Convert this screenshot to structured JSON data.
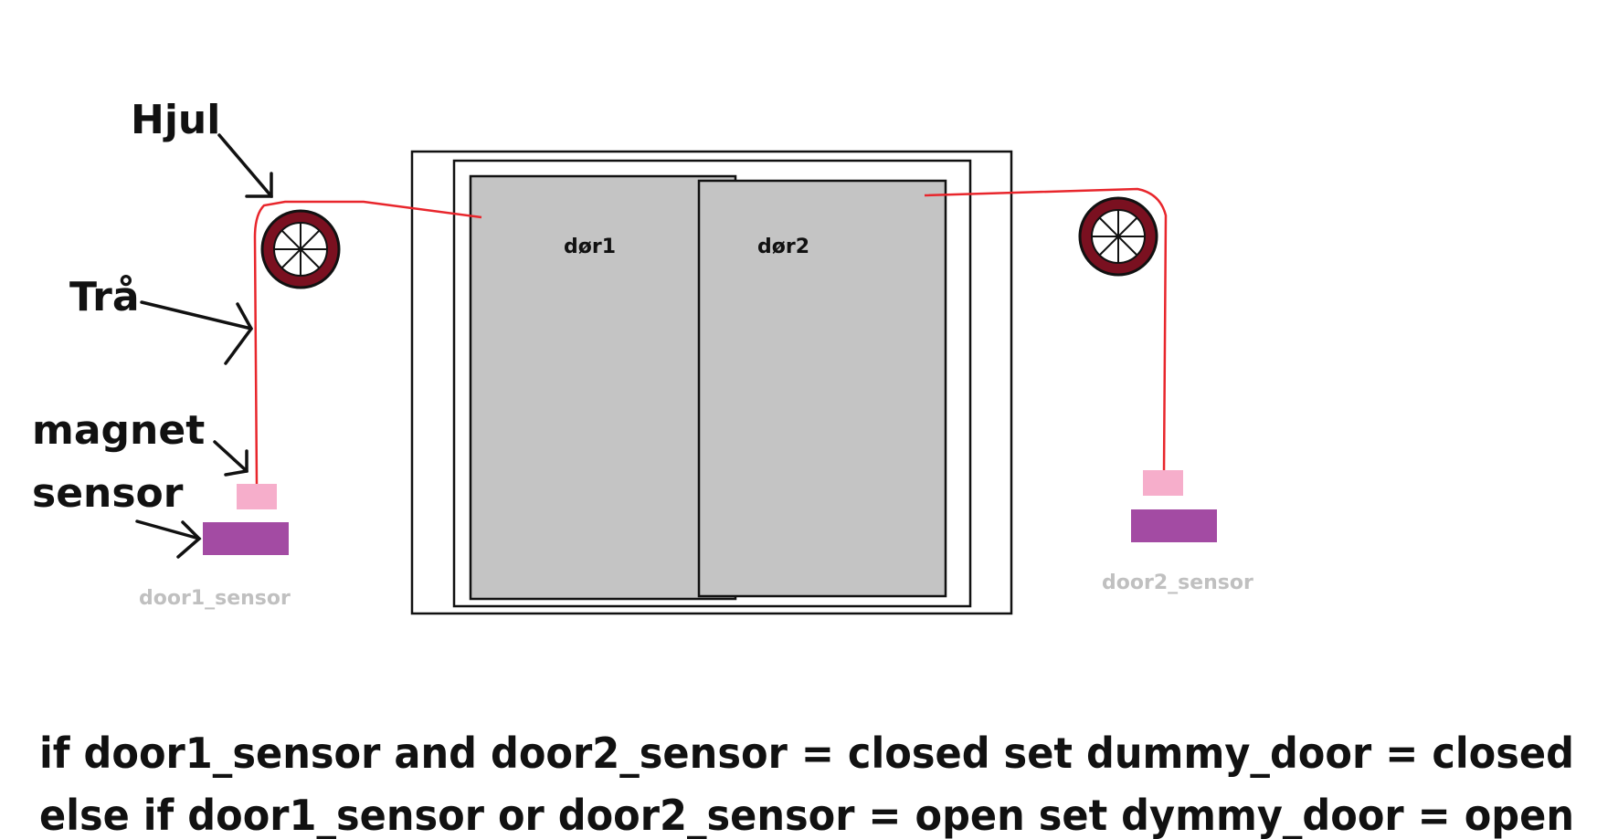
{
  "labels": {
    "hjul": "Hjul",
    "traad": "Trå",
    "magnet": "magnet",
    "sensor": "sensor"
  },
  "doors": {
    "door1": "dør1",
    "door2": "dør2"
  },
  "sensors": {
    "door1_sensor": "door1_sensor",
    "door2_sensor": "door2_sensor"
  },
  "rules": {
    "line1": "if door1_sensor and door2_sensor = closed set dummy_door = closed",
    "line2": "else if door1_sensor or door2_sensor = open set dymmy_door = open"
  },
  "colors": {
    "wire": "#e8262c",
    "wheel": "#7a1020",
    "door_fill": "#c4c4c4",
    "magnet": "#f6aecb",
    "sensor": "#a34ba3"
  }
}
